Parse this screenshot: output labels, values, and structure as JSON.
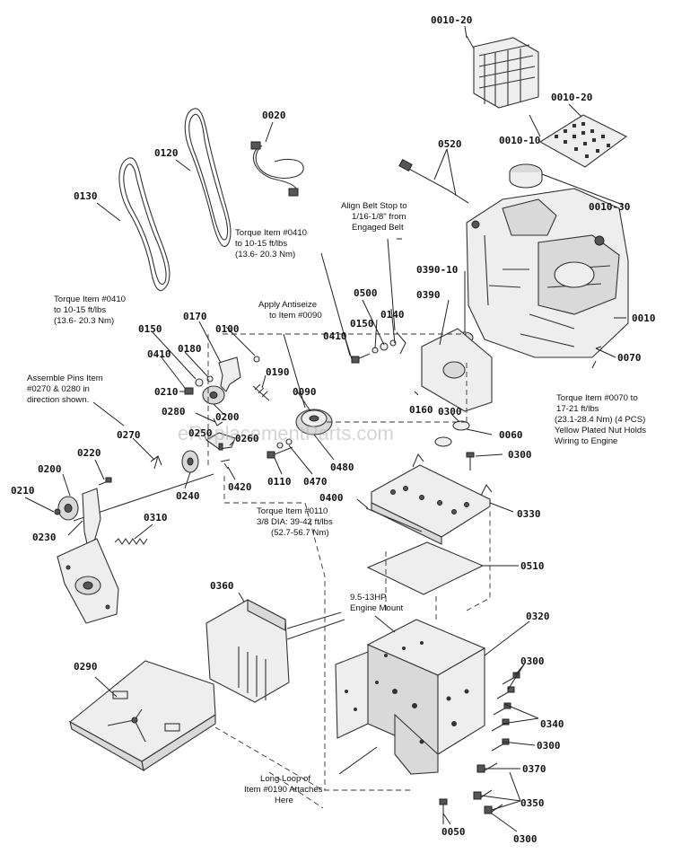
{
  "watermark": "eReplacementParts.com",
  "part_numbers": {
    "p0010_20a": "0010-20",
    "p0010_20b": "0010-20",
    "p0010_10": "0010-10",
    "p0010_30": "0010-30",
    "p0010": "0010",
    "p0520": "0520",
    "p0390_10": "0390-10",
    "p0390": "0390",
    "p0070": "0070",
    "p0020": "0020",
    "p0120": "0120",
    "p0130": "0130",
    "p0150a": "0150",
    "p0170": "0170",
    "p0100": "0100",
    "p0180": "0180",
    "p0410a": "0410",
    "p0210a": "0210",
    "p0190": "0190",
    "p0200a": "0200",
    "p0280": "0280",
    "p0090": "0090",
    "p0410b": "0410",
    "p0500": "0500",
    "p0150b": "0150",
    "p0140": "0140",
    "p0160": "0160",
    "p0300a": "0300",
    "p0060": "0060",
    "p0300b": "0300",
    "p0270": "0270",
    "p0250": "0250",
    "p0260": "0260",
    "p0220": "0220",
    "p0200b": "0200",
    "p0210b": "0210",
    "p0230": "0230",
    "p0240": "0240",
    "p0110": "0110",
    "p0470": "0470",
    "p0480": "0480",
    "p0420": "0420",
    "p0310": "0310",
    "p0400": "0400",
    "p0330": "0330",
    "p0510": "0510",
    "p0360": "0360",
    "p0320": "0320",
    "p0290": "0290",
    "p0300c": "0300",
    "p0340": "0340",
    "p0300d": "0300",
    "p0370": "0370",
    "p0350": "0350",
    "p0050": "0050",
    "p0300e": "0300"
  },
  "notes": {
    "align_belt_stop": [
      "Align Belt Stop to",
      "1/16-1/8\" from",
      "Engaged Belt"
    ],
    "torque_0410_right": [
      "Torque Item #0410",
      "to 10-15 ft/lbs",
      "(13.6- 20.3 Nm)"
    ],
    "torque_0410_left": [
      "Torque Item #0410",
      "to 10-15 ft/lbs",
      "(13.6- 20.3 Nm)"
    ],
    "apply_antiseize": [
      "Apply Antiseize",
      "to Item #0090"
    ],
    "assemble_pins": [
      "Assemble Pins Item",
      "#0270 & 0280 in",
      "direction shown."
    ],
    "torque_0070": [
      "Torque Item #0070 to",
      "17-21 ft/lbs",
      "(23.1-28.4 Nm) (4 PCS)",
      "Yellow Plated Nut Holds",
      "Wiring to Engine"
    ],
    "torque_0110": [
      "Torque Item #0110",
      "3/8 DIA: 39-42 ft/lbs",
      "(52.7-56.7 Nm)"
    ],
    "engine_mount": [
      "9.5-13HP",
      "Engine Mount"
    ],
    "long_loop": [
      "Long Loop of",
      "Item #0190 Attaches",
      "Here"
    ]
  }
}
